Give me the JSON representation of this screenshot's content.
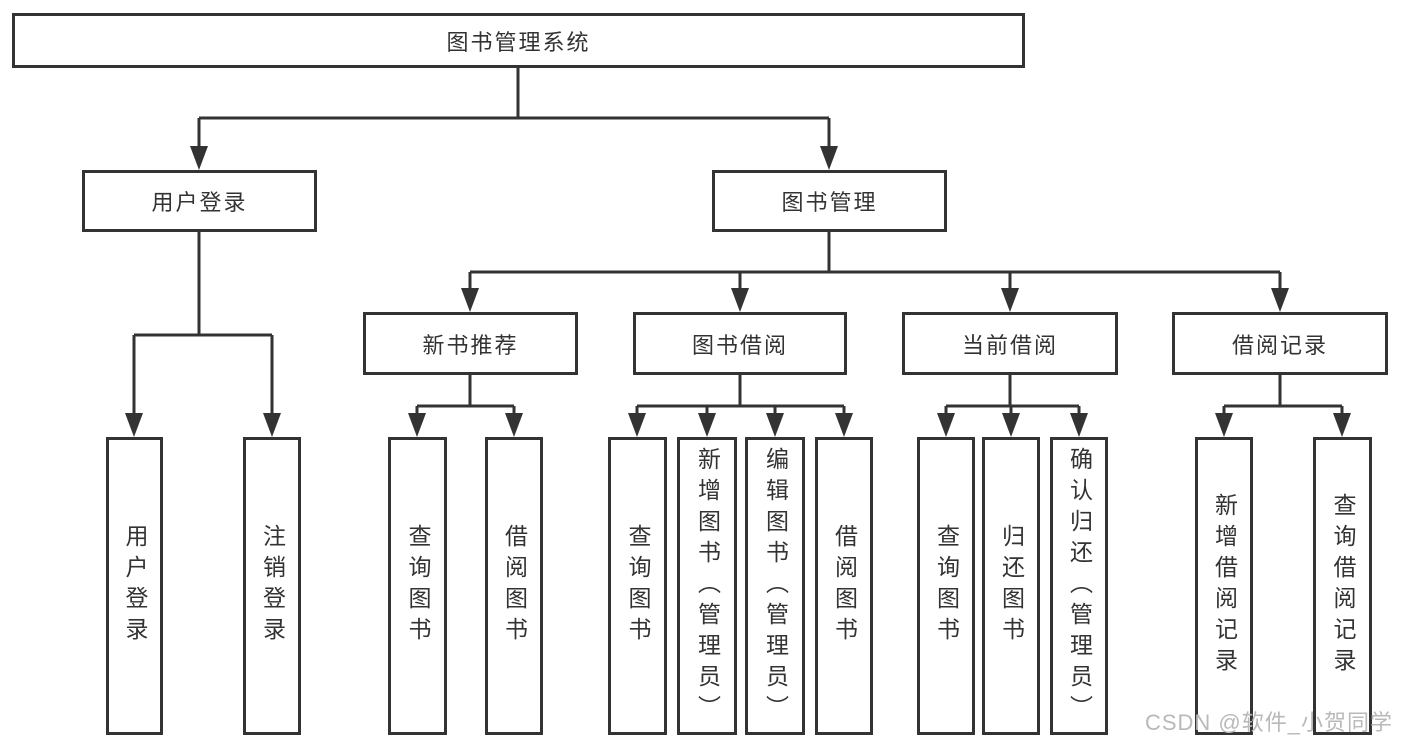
{
  "tree": {
    "root": {
      "label": "图书管理系统"
    },
    "branches": [
      {
        "label": "用户登录",
        "children": [
          {
            "label": "用户登录"
          },
          {
            "label": "注销登录"
          }
        ]
      },
      {
        "label": "图书管理",
        "groups": [
          {
            "label": "新书推荐",
            "children": [
              {
                "label": "查询图书"
              },
              {
                "label": "借阅图书"
              }
            ]
          },
          {
            "label": "图书借阅",
            "children": [
              {
                "label": "查询图书"
              },
              {
                "label": "新增图书（管理员）"
              },
              {
                "label": "编辑图书（管理员）"
              },
              {
                "label": "借阅图书"
              }
            ]
          },
          {
            "label": "当前借阅",
            "children": [
              {
                "label": "查询图书"
              },
              {
                "label": "归还图书"
              },
              {
                "label": "确认归还（管理员）"
              }
            ]
          },
          {
            "label": "借阅记录",
            "children": [
              {
                "label": "新增借阅记录"
              },
              {
                "label": "查询借阅记录"
              }
            ]
          }
        ]
      }
    ]
  },
  "watermark": "CSDN @软件_小贺同学",
  "colors": {
    "line": "#333333",
    "text": "#333333",
    "background": "#ffffff",
    "watermark": "#b9b9b9"
  }
}
